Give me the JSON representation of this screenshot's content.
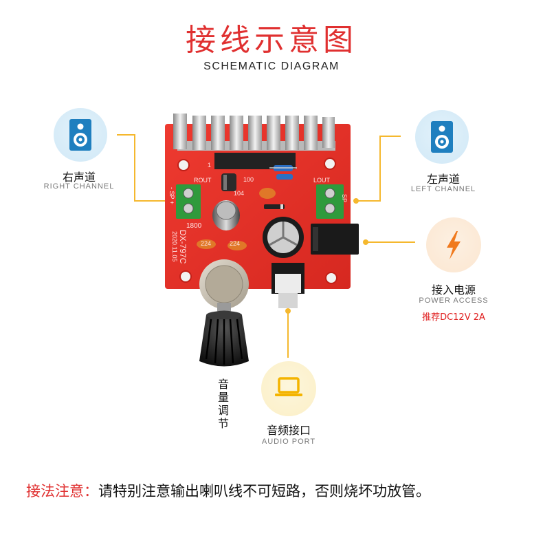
{
  "header": {
    "title_cn": "接线示意图",
    "title_en": "SCHEMATIC DIAGRAM"
  },
  "callouts": {
    "right_channel": {
      "cn": "右声道",
      "en": "RIGHT CHANNEL",
      "icon": "speaker-icon"
    },
    "left_channel": {
      "cn": "左声道",
      "en": "LEFT CHANNEL",
      "icon": "speaker-icon"
    },
    "power": {
      "cn": "接入电源",
      "en": "POWER ACCESS",
      "recommend": "推荐DC12V 2A",
      "icon": "lightning-icon"
    },
    "audio": {
      "cn": "音频接口",
      "en": "AUDIO PORT",
      "icon": "laptop-icon"
    },
    "volume": {
      "chars": [
        "音",
        "量",
        "调",
        "节"
      ]
    }
  },
  "board": {
    "model": "DX-797C",
    "date": "2020.11.05",
    "labels": {
      "rout": "ROUT",
      "lout": "LOUT",
      "sp_left": "- SP +",
      "sp_right": "SP",
      "r1800": "1800",
      "c224a": "224",
      "c224b": "224",
      "c104": "104",
      "c100": "100",
      "pin1": "1"
    }
  },
  "note": {
    "lead": "接法注意：",
    "body": "请特别注意输出喇叭线不可短路，否则烧坏功放管。"
  },
  "colors": {
    "title_red": "#e03030",
    "leader_yellow": "#f5b82e",
    "board_red": "#e8302a",
    "speaker_blue": "#1f7fbf",
    "bolt_orange": "#f07a1e",
    "laptop_yellow": "#f4b400"
  }
}
